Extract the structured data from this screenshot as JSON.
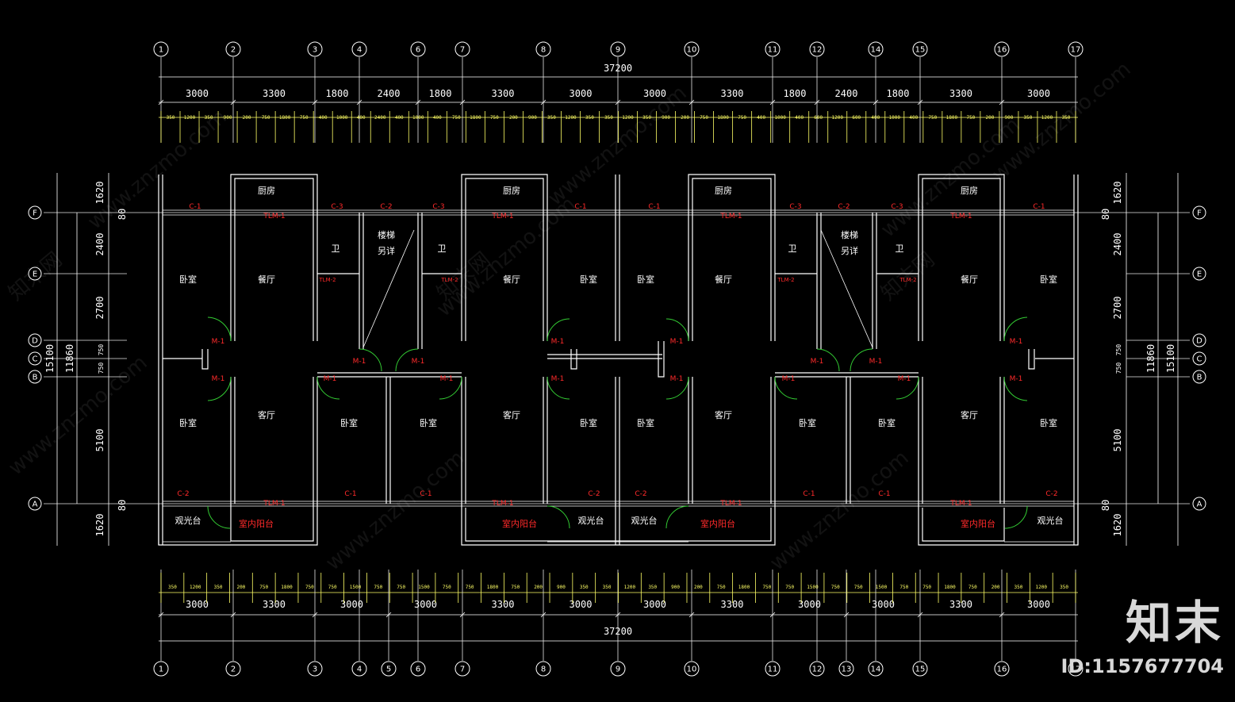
{
  "drawing": {
    "total_width": "37200",
    "total_depth": "11860",
    "axis_span_depth": "15100",
    "top_axes": [
      "1",
      "2",
      "3",
      "4",
      "6",
      "7",
      "8",
      "9",
      "10",
      "11",
      "12",
      "14",
      "15",
      "16",
      "17"
    ],
    "bottom_axes": [
      "1",
      "2",
      "3",
      "4",
      "5",
      "6",
      "7",
      "8",
      "9",
      "10",
      "11",
      "12",
      "13",
      "14",
      "15",
      "16",
      "17"
    ],
    "left_axes": [
      "F",
      "E",
      "D",
      "C",
      "B",
      "A"
    ],
    "top_bays": [
      "3000",
      "3300",
      "1800",
      "2400",
      "1800",
      "3300",
      "3000",
      "3000",
      "3300",
      "1800",
      "2400",
      "1800",
      "3300",
      "3000"
    ],
    "bottom_bays": [
      "3000",
      "3300",
      "3000",
      "3000",
      "3300",
      "3000",
      "3000",
      "3300",
      "3000",
      "3000",
      "3300",
      "3000"
    ],
    "vertical_dims": [
      "1620",
      "80",
      "2400",
      "2700",
      "750",
      "750",
      "5100",
      "80",
      "1620"
    ],
    "top_sub_dims": [
      "350",
      "1200",
      "350",
      "900",
      "200",
      "750",
      "1800",
      "750",
      "400",
      "1000",
      "400",
      "2400",
      "400",
      "1000",
      "400",
      "750",
      "1800",
      "750",
      "200",
      "900",
      "350",
      "1200",
      "350",
      "350",
      "1200",
      "350",
      "900",
      "200",
      "750",
      "1800",
      "750",
      "400",
      "1000",
      "400",
      "600",
      "1200",
      "600",
      "400",
      "1000",
      "400",
      "750",
      "1800",
      "750",
      "200",
      "900",
      "350",
      "1200",
      "350"
    ],
    "bottom_sub_dims": [
      "350",
      "1200",
      "350",
      "200",
      "750",
      "1800",
      "750",
      "750",
      "1500",
      "750",
      "750",
      "1500",
      "750",
      "750",
      "1800",
      "750",
      "200",
      "900",
      "350",
      "350",
      "1200",
      "350",
      "900",
      "200",
      "750",
      "1800",
      "750",
      "750",
      "1500",
      "750",
      "750",
      "1500",
      "750",
      "750",
      "1800",
      "750",
      "200",
      "350",
      "1200",
      "350"
    ]
  },
  "rooms": {
    "kitchen": "厨房",
    "dining": "餐厅",
    "bedroom": "卧室",
    "living": "客厅",
    "toilet": "卫",
    "stair": "楼梯",
    "stair_detail": "另详",
    "indoor_balcony": "室内阳台",
    "sight_balcony": "观光台"
  },
  "tags": {
    "window_1": "C-1",
    "window_2": "C-2",
    "window_3": "C-3",
    "sliding_door": "TLM-1",
    "sliding_door_2": "TLM-2",
    "door": "M-1"
  },
  "watermark": {
    "site": "www.znzmo.com",
    "brand": "知末网"
  },
  "logo": {
    "brand": "知末",
    "id": "ID:1157677704"
  },
  "colors": {
    "background": "#000000",
    "lines": "#ffffff",
    "dims": "#ffff66",
    "tags": "#ff2a2a",
    "doors": "#33cc33"
  }
}
